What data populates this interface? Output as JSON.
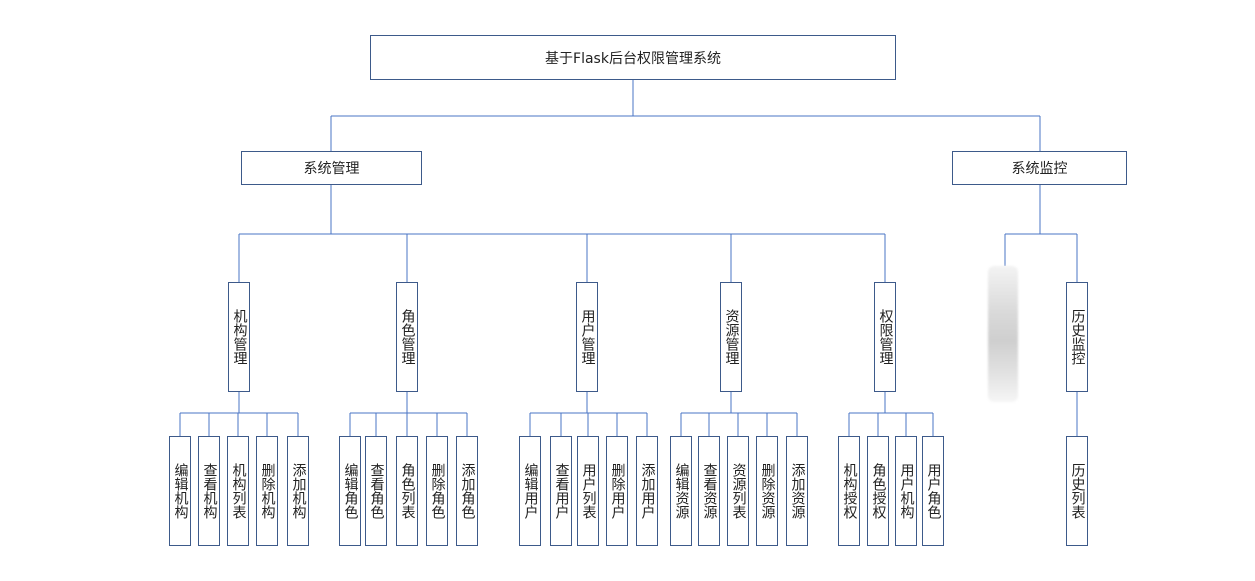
{
  "root": "基于Flask后台权限管理系统",
  "level1": {
    "system_management": "系统管理",
    "system_monitoring": "系统监控"
  },
  "level2": {
    "org": "机构管理",
    "role": "角色管理",
    "user": "用户管理",
    "resource": "资源管理",
    "permission": "权限管理",
    "history": "历史监控"
  },
  "leaves": {
    "org": [
      "编辑机构",
      "查看机构",
      "机构列表",
      "删除机构",
      "添加机构"
    ],
    "role": [
      "编辑角色",
      "查看角色",
      "角色列表",
      "删除角色",
      "添加角色"
    ],
    "user": [
      "编辑用户",
      "查看用户",
      "用户列表",
      "删除用户",
      "添加用户"
    ],
    "resource": [
      "编辑资源",
      "查看资源",
      "资源列表",
      "删除资源",
      "添加资源"
    ],
    "permission": [
      "机构授权",
      "角色授权",
      "用户机构",
      "用户角色"
    ],
    "history": [
      "历史列表"
    ]
  },
  "colors": {
    "line": "#4a74c4",
    "border": "#3d5a8a"
  }
}
